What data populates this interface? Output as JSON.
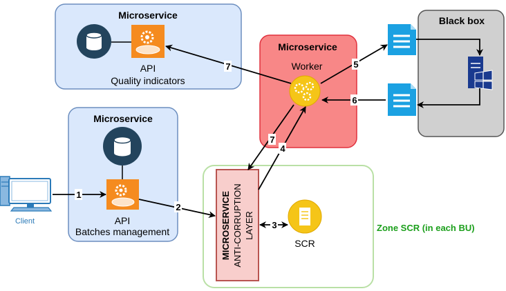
{
  "boxes": {
    "quality": {
      "title": "Microservice",
      "api": "API",
      "name": "Quality indicators"
    },
    "batches": {
      "title": "Microservice",
      "api": "API",
      "name": "Batches management"
    },
    "worker": {
      "title": "Microservice",
      "name": "Worker"
    },
    "blackbox": {
      "title": "Black box"
    },
    "zone": {
      "label": "Zone SCR (in each BU)"
    },
    "acl": {
      "line1": "MICROSERVICE",
      "line2": "ANTI-CORRUPTION",
      "line3": "LAYER"
    },
    "scr": {
      "label": "SCR"
    },
    "client": {
      "label": "Client"
    }
  },
  "arrows": {
    "a1": "1",
    "a2": "2",
    "a3": "3",
    "a4": "4",
    "a5": "5",
    "a6": "6",
    "a7_top": "7",
    "a7_mid": "7"
  },
  "colors": {
    "service_fill": "#dae8fc",
    "service_stroke": "#6c8ebf",
    "worker_fill": "#f88787",
    "worker_stroke": "#e0303d",
    "blackbox_fill": "#d0d0d0",
    "zone_stroke": "#b9e0a5",
    "zone_text": "#1b9f1b",
    "acl_fill": "#f8cecc",
    "acl_stroke": "#b85450",
    "api_orange": "#f58b1f",
    "scr_yellow": "#f5c518",
    "doc_blue": "#1ba1e2",
    "db_navy": "#23445d",
    "client_blue": "#2b7ab8"
  }
}
